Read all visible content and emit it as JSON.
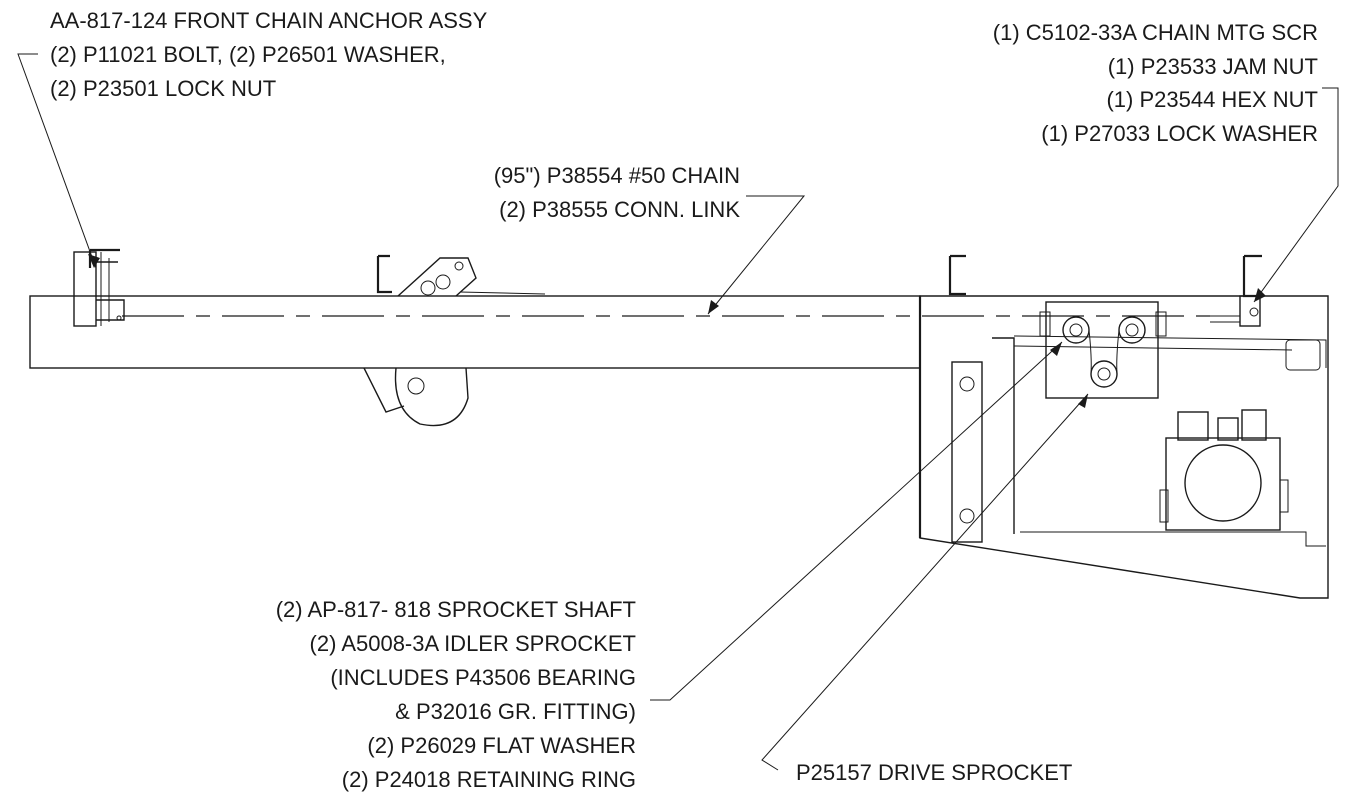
{
  "callouts": {
    "front_anchor": [
      "AA-817-124 FRONT CHAIN ANCHOR ASSY",
      "(2) P11021 BOLT, (2) P26501 WASHER,",
      "(2) P23501 LOCK NUT"
    ],
    "chain_mount": [
      "(1) C5102-33A CHAIN MTG SCR",
      "(1) P23533 JAM NUT",
      "(1) P23544 HEX NUT",
      "(1) P27033 LOCK WASHER"
    ],
    "chain": [
      "(95\") P38554 #50 CHAIN",
      "(2) P38555 CONN. LINK"
    ],
    "sprocket_shaft": [
      "(2) AP-817- 818  SPROCKET SHAFT",
      "(2) A5008-3A IDLER SPROCKET",
      "(INCLUDES P43506 BEARING",
      "& P32016 GR. FITTING)",
      "(2) P26029 FLAT WASHER",
      "(2) P24018 RETAINING RING"
    ],
    "drive_sprocket": "P25157 DRIVE SPROCKET"
  }
}
